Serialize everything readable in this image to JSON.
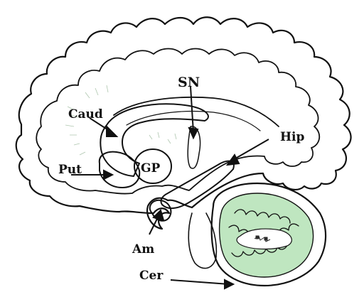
{
  "diagram": {
    "labels": {
      "sn": "SN",
      "caud": "Caud",
      "put": "Put",
      "gp": "GP",
      "hip": "Hip",
      "am": "Am",
      "cer": "Cer"
    },
    "colors": {
      "cortex": "#c9ebc6",
      "striatum": "#8fd4a8",
      "globus_pallidus": "#2f6b3a",
      "substantia_nigra": "#1f2f78",
      "cerebellum_folia": "#6fa875",
      "cerebellum_light": "#bfe6c0",
      "outline": "#111111",
      "background": "#ffffff"
    }
  }
}
